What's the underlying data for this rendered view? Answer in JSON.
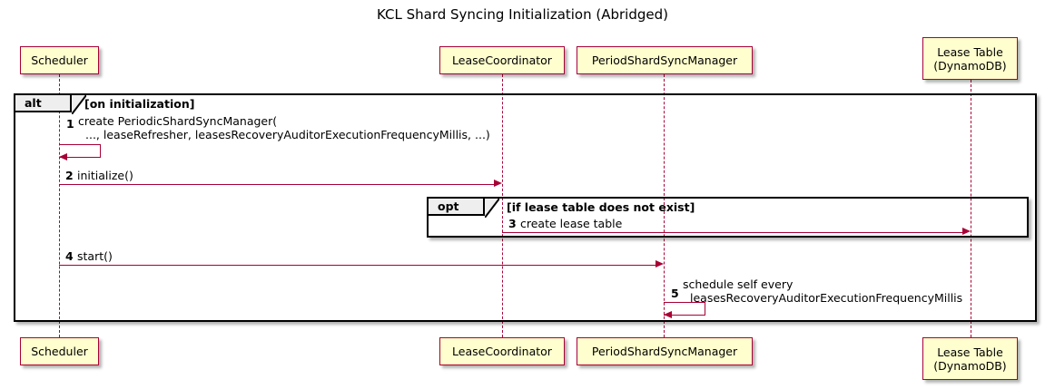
{
  "title": "KCL Shard Syncing Initialization (Abridged)",
  "colors": {
    "participant_fill": "#FEFECE",
    "participant_border": "#A80036",
    "arrow": "#A80036",
    "frame_border": "#000000",
    "frame_tab_fill": "#EEEEEE",
    "background": "#FFFFFF"
  },
  "participants": [
    {
      "id": "scheduler",
      "label": "Scheduler",
      "lines": [
        "Scheduler"
      ]
    },
    {
      "id": "leasecoordinator",
      "label": "LeaseCoordinator",
      "lines": [
        "LeaseCoordinator"
      ]
    },
    {
      "id": "periodshardsyncmanager",
      "label": "PeriodShardSyncManager",
      "lines": [
        "PeriodShardSyncManager"
      ]
    },
    {
      "id": "leasetable",
      "label": "Lease Table (DynamoDB)",
      "lines": [
        "Lease Table",
        "(DynamoDB)"
      ]
    }
  ],
  "frames": [
    {
      "id": "alt",
      "type": "alt",
      "tab_label": "alt",
      "condition": "[on initialization]"
    },
    {
      "id": "opt",
      "type": "opt",
      "tab_label": "opt",
      "condition": "[if lease table does not exist]"
    }
  ],
  "messages": [
    {
      "number": "1",
      "from": "scheduler",
      "to": "scheduler",
      "kind": "self",
      "lines": [
        "create PeriodicShardSyncManager(",
        "..., leaseRefresher, leasesRecoveryAuditorExecutionFrequencyMillis, ...)"
      ]
    },
    {
      "number": "2",
      "from": "scheduler",
      "to": "leasecoordinator",
      "kind": "call",
      "lines": [
        "initialize()"
      ]
    },
    {
      "number": "3",
      "from": "leasecoordinator",
      "to": "leasetable",
      "kind": "call",
      "lines": [
        "create lease table"
      ]
    },
    {
      "number": "4",
      "from": "scheduler",
      "to": "periodshardsyncmanager",
      "kind": "call",
      "lines": [
        "start()"
      ]
    },
    {
      "number": "5",
      "from": "periodshardsyncmanager",
      "to": "periodshardsyncmanager",
      "kind": "self",
      "lines": [
        "schedule self every",
        "leasesRecoveryAuditorExecutionFrequencyMillis"
      ]
    }
  ]
}
